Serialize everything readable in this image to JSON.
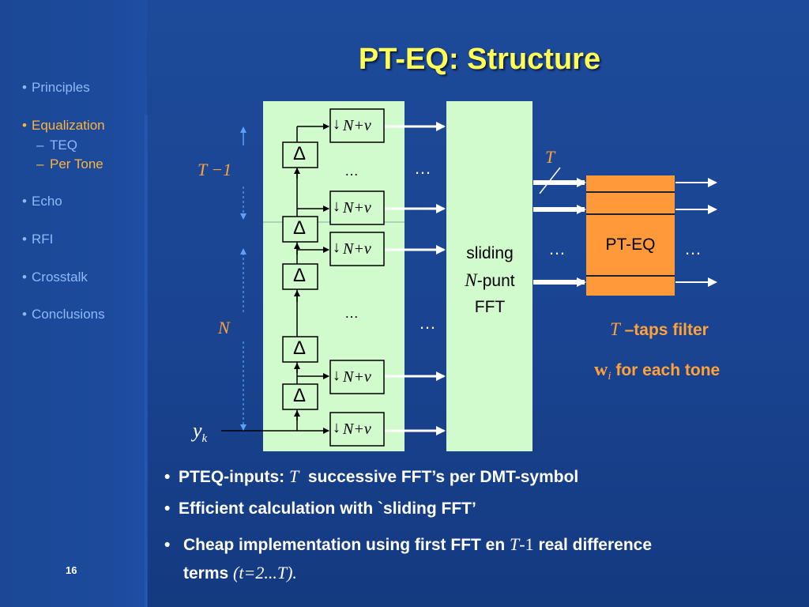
{
  "colors": {
    "background": "#1a4491",
    "title": "#ffff55",
    "active_nav": "#ffb43a",
    "nav": "#8fb8ff",
    "block_fill": "#d2fbcd",
    "pteq_fill": "#ff9a3a",
    "annotation": "#ffa23a"
  },
  "title": "PT-EQ: Structure",
  "sidebar": {
    "items": [
      {
        "label": "Principles",
        "bullet": "•"
      },
      {
        "label": "Equalization",
        "bullet": "•"
      },
      {
        "label": "TEQ",
        "bullet": "–"
      },
      {
        "label": "Per Tone",
        "bullet": "–"
      },
      {
        "label": "Echo",
        "bullet": "•"
      },
      {
        "label": "RFI",
        "bullet": "•"
      },
      {
        "label": "Crosstalk",
        "bullet": "•"
      },
      {
        "label": "Conclusions",
        "bullet": "•"
      }
    ],
    "slide_number": "16"
  },
  "diagram": {
    "delay_symbol": "Δ",
    "downsample_label": "N+ν",
    "ellipsis": "…",
    "input_label": "y",
    "input_subscript": "k",
    "span_top_label": "T −1",
    "span_bottom_label": "N",
    "fft_line1": "sliding",
    "fft_line2_var": "N",
    "fft_line2_rest": "-punt",
    "fft_line3": "FFT",
    "bus_label": "T",
    "pteq_label": "PT-EQ",
    "taps_var": "T",
    "taps_text": " –taps filter",
    "w_var": "w",
    "w_sub": "i",
    "w_text": "for each tone"
  },
  "bullets": {
    "b1_prefix": "PTEQ-inputs: ",
    "b1_var": "T",
    "b1_suffix": "successive FFT’s per DMT-symbol",
    "b2": "Efficient calculation with `sliding FFT’",
    "b3_prefix": "Cheap implementation using first FFT en ",
    "b3_var": "T",
    "b3_minus": "-1",
    "b3_suffix": " real difference",
    "b3_line2": "terms",
    "b3_paren": "(t=2...T)."
  }
}
